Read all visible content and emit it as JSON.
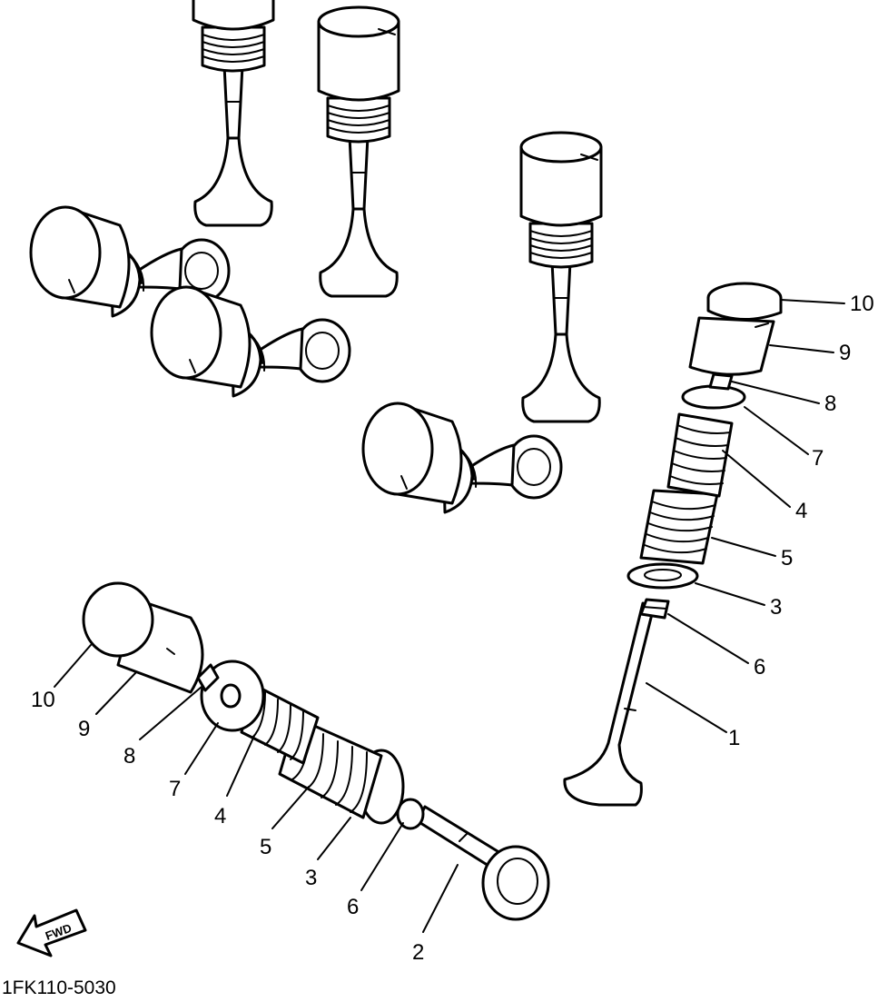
{
  "diagram": {
    "labels_right": [
      "10",
      "9",
      "8",
      "7",
      "4",
      "5",
      "3",
      "6",
      "1"
    ],
    "labels_left": [
      "10",
      "9",
      "8",
      "7",
      "4",
      "5",
      "3",
      "6",
      "2"
    ],
    "fwd_arrow_text": "FWD",
    "part_code": "1FK110-5030"
  }
}
